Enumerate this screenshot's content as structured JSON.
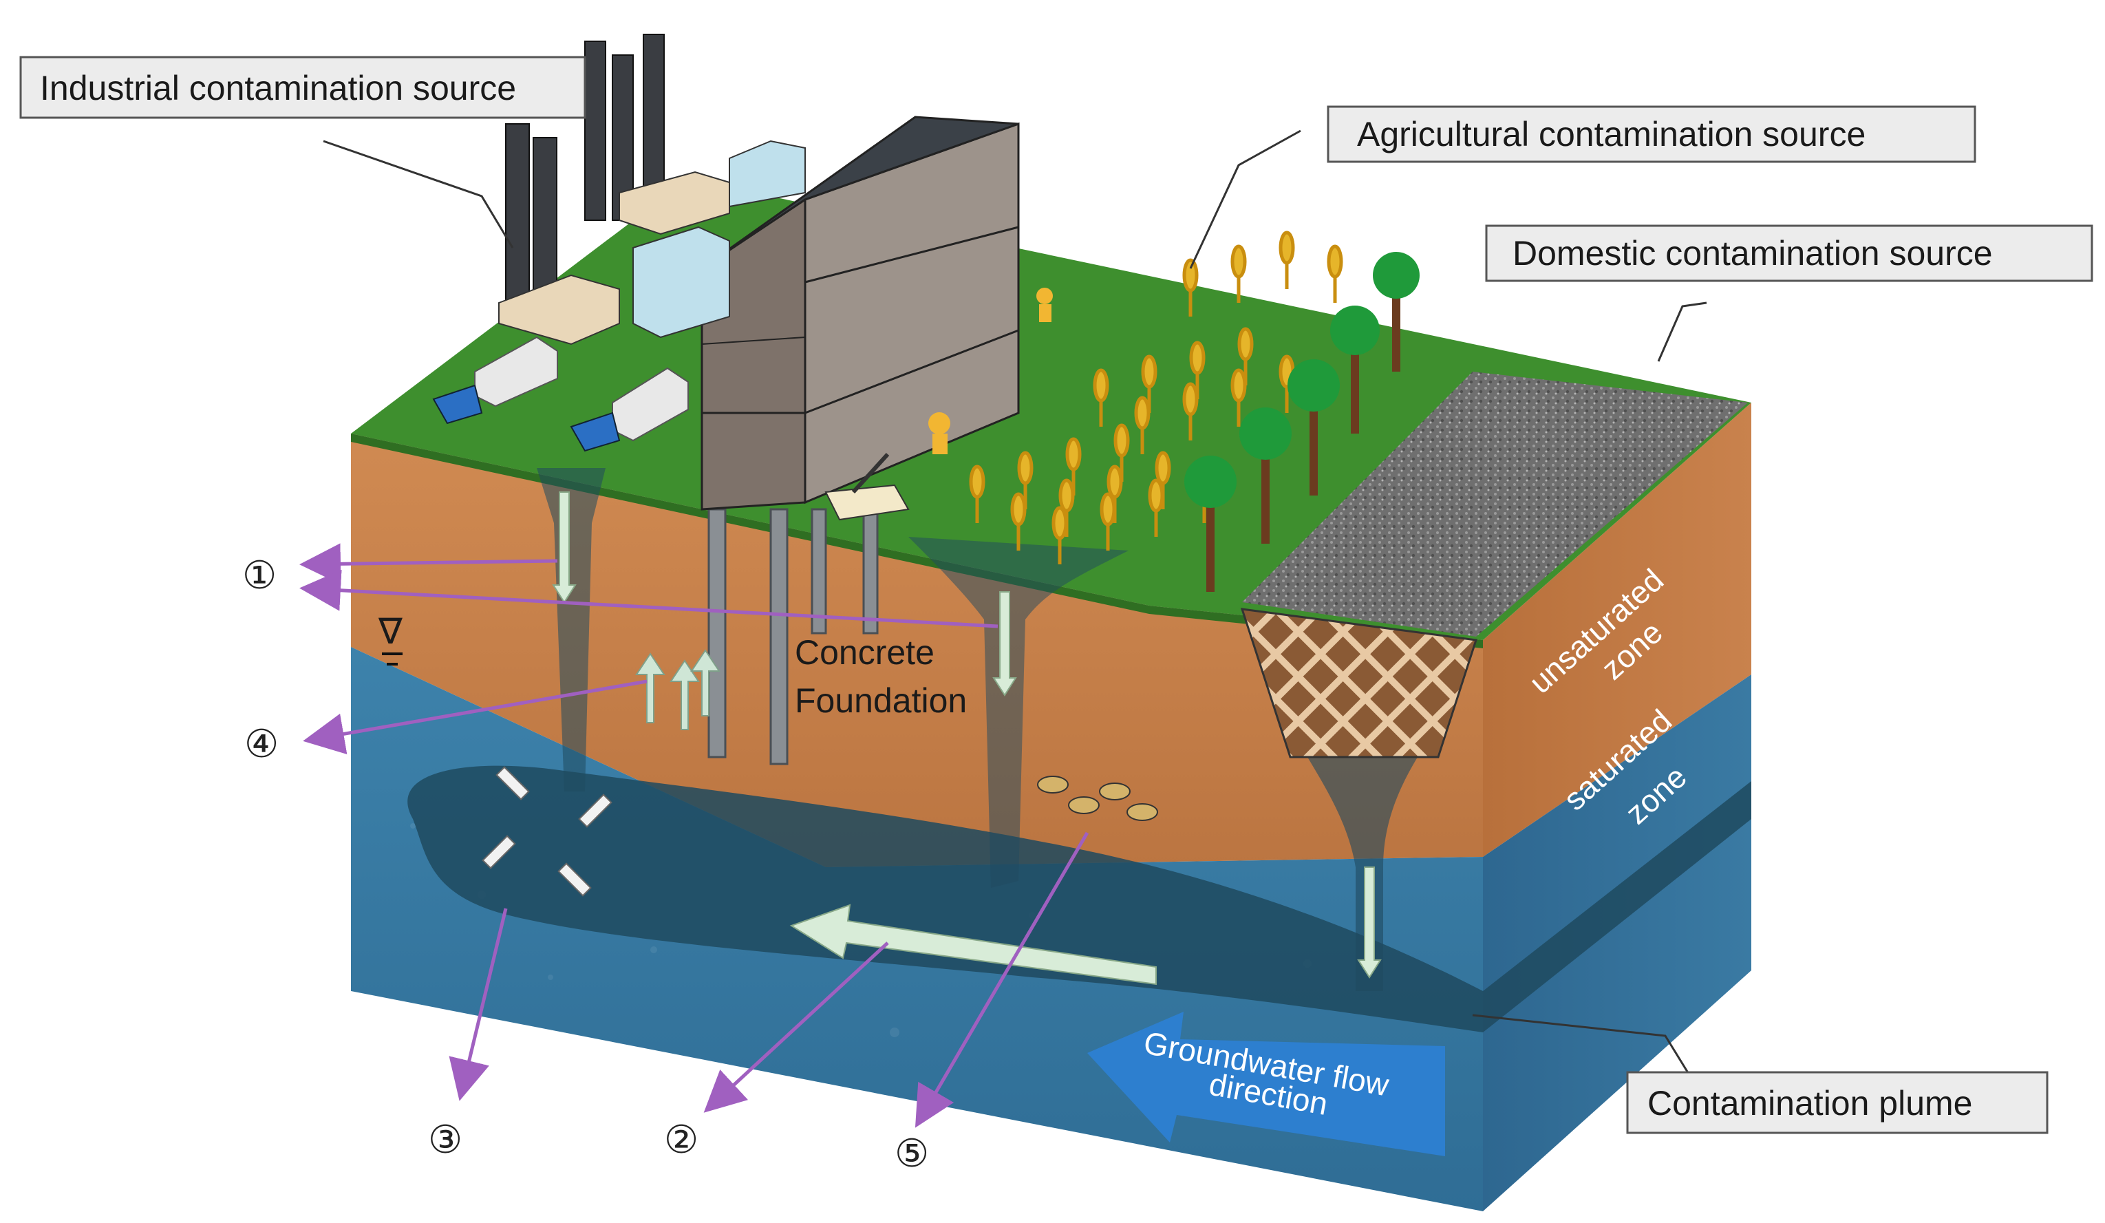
{
  "labels": {
    "industrial": "Industrial contamination source",
    "agricultural": "Agricultural contamination source",
    "domestic": "Domestic contamination source",
    "plume": "Contamination plume",
    "foundation_line1": "Concrete",
    "foundation_line2": "Foundation",
    "unsaturated": "unsaturated",
    "saturated": "saturated",
    "zone_unsat": "zone",
    "zone_sat": "zone",
    "flow_line1": "Groundwater flow",
    "flow_line2": "direction",
    "water_table_symbol": "∇"
  },
  "markers": [
    "①",
    "②",
    "③",
    "④",
    "⑤"
  ],
  "colors": {
    "ground_green": "#3e8f2e",
    "soil_orange": "#c9824d",
    "water_blue": "#3a7fa8",
    "plume_dark": "#1f4a5f",
    "flow_arrow_blue": "#2d7fcf",
    "marker_purple": "#a060c0",
    "landfill_gray": "#7a7a7a"
  }
}
